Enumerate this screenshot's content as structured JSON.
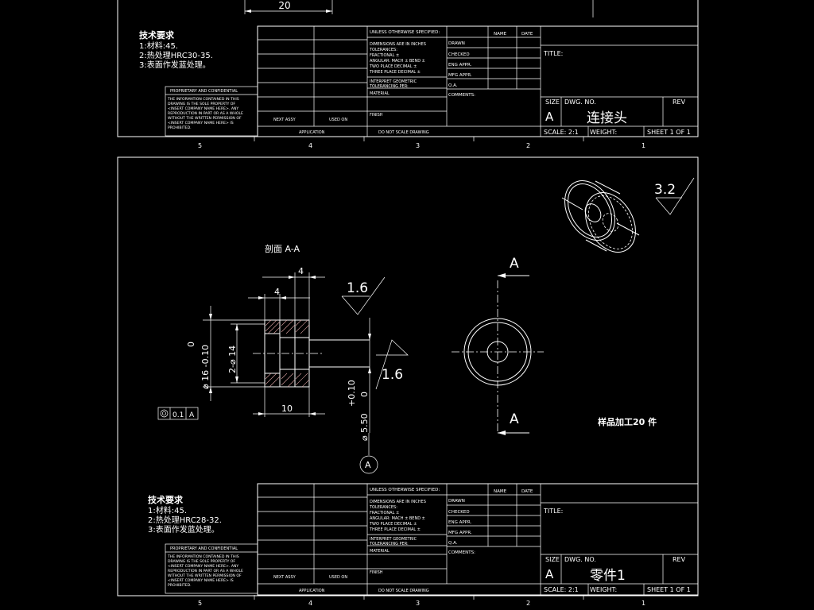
{
  "sheet_top": {
    "dim_label": "20",
    "tech_req": {
      "title": "技术要求",
      "line1": "1:材料:45.",
      "line2": "2:热处理HRC30-35.",
      "line3": "3:表面作发蓝处理。"
    },
    "title_block": {
      "dwg_no": "连接头",
      "scale": "SCALE: 2:1",
      "weight": "WEIGHT:",
      "sheet": "SHEET 1 OF 1",
      "size_value": "A"
    },
    "ruler": [
      "5",
      "4",
      "3",
      "2",
      "1"
    ]
  },
  "sheet_bottom": {
    "section_label": "剖面 A-A",
    "dims": {
      "top4": "4",
      "inner4": "4",
      "dia16": "⌀ 16 -0.10",
      "dia16_upper": "0",
      "dia14": "2-⌀ 14",
      "len10": "10",
      "dia5_tol_upper": "+0.10",
      "dia5_tol_lower": "0",
      "dia5": "⌀ 5.50",
      "rough1": "1.6",
      "rough2": "1.6",
      "rough_iso": "3.2",
      "datum": "A",
      "cut_a_top": "A",
      "cut_a_bottom": "A",
      "concentricity_value": "0.1",
      "concentricity_ref": "A"
    },
    "note": "样品加工20 件",
    "tech_req": {
      "title": "技术要求",
      "line1": "1:材料:45.",
      "line2": "2:热处理HRC28-32.",
      "line3": "3:表面作发蓝处理。"
    },
    "title_block": {
      "dwg_no": "零件1",
      "scale": "SCALE: 2:1",
      "weight": "WEIGHT:",
      "sheet": "SHEET 1 OF 1",
      "size_value": "A"
    },
    "ruler": [
      "5",
      "4",
      "3",
      "2",
      "1"
    ]
  },
  "title_block_common": {
    "unless": "UNLESS OTHERWISE SPECIFIED:",
    "name": "NAME",
    "date": "DATE",
    "drawn": "DRAWN",
    "checked": "CHECKED",
    "eng_appr": "ENG APPR.",
    "mfg_appr": "MFG APPR.",
    "qa": "Q.A.",
    "comments": "COMMENTS:",
    "dims_in": "DIMENSIONS ARE IN INCHES",
    "tolerances": "TOLERANCES:",
    "fractional": "FRACTIONAL  ±",
    "angular": "ANGULAR: MACH   ±    BEND ±",
    "two_place": "TWO PLACE DECIMAL    ±",
    "three_place": "THREE PLACE DECIMAL   ±",
    "interpret": "INTERPRET GEOMETRIC",
    "toleranc_per": "TOLERANCING PER:",
    "material": "MATERIAL",
    "finish": "FINISH",
    "next_assy": "NEXT ASSY",
    "used_on": "USED ON",
    "application": "APPLICATION",
    "do_not_scale": "DO NOT SCALE DRAWING",
    "title": "TITLE:",
    "size": "SIZE",
    "dwg": "DWG.   NO.",
    "rev": "REV",
    "proprietary": "PROPRIETARY AND CONFIDENTIAL",
    "prop1": "THE INFORMATION CONTAINED IN THIS",
    "prop2": "DRAWING IS THE SOLE PROPERTY OF",
    "prop3": "<INSERT COMPANY NAME HERE>.  ANY",
    "prop4": "REPRODUCTION IN PART OR AS A WHOLE",
    "prop5": "WITHOUT THE WRITTEN PERMISSION OF",
    "prop6": "<INSERT COMPANY NAME HERE> IS",
    "prop7": "PROHIBITED."
  }
}
